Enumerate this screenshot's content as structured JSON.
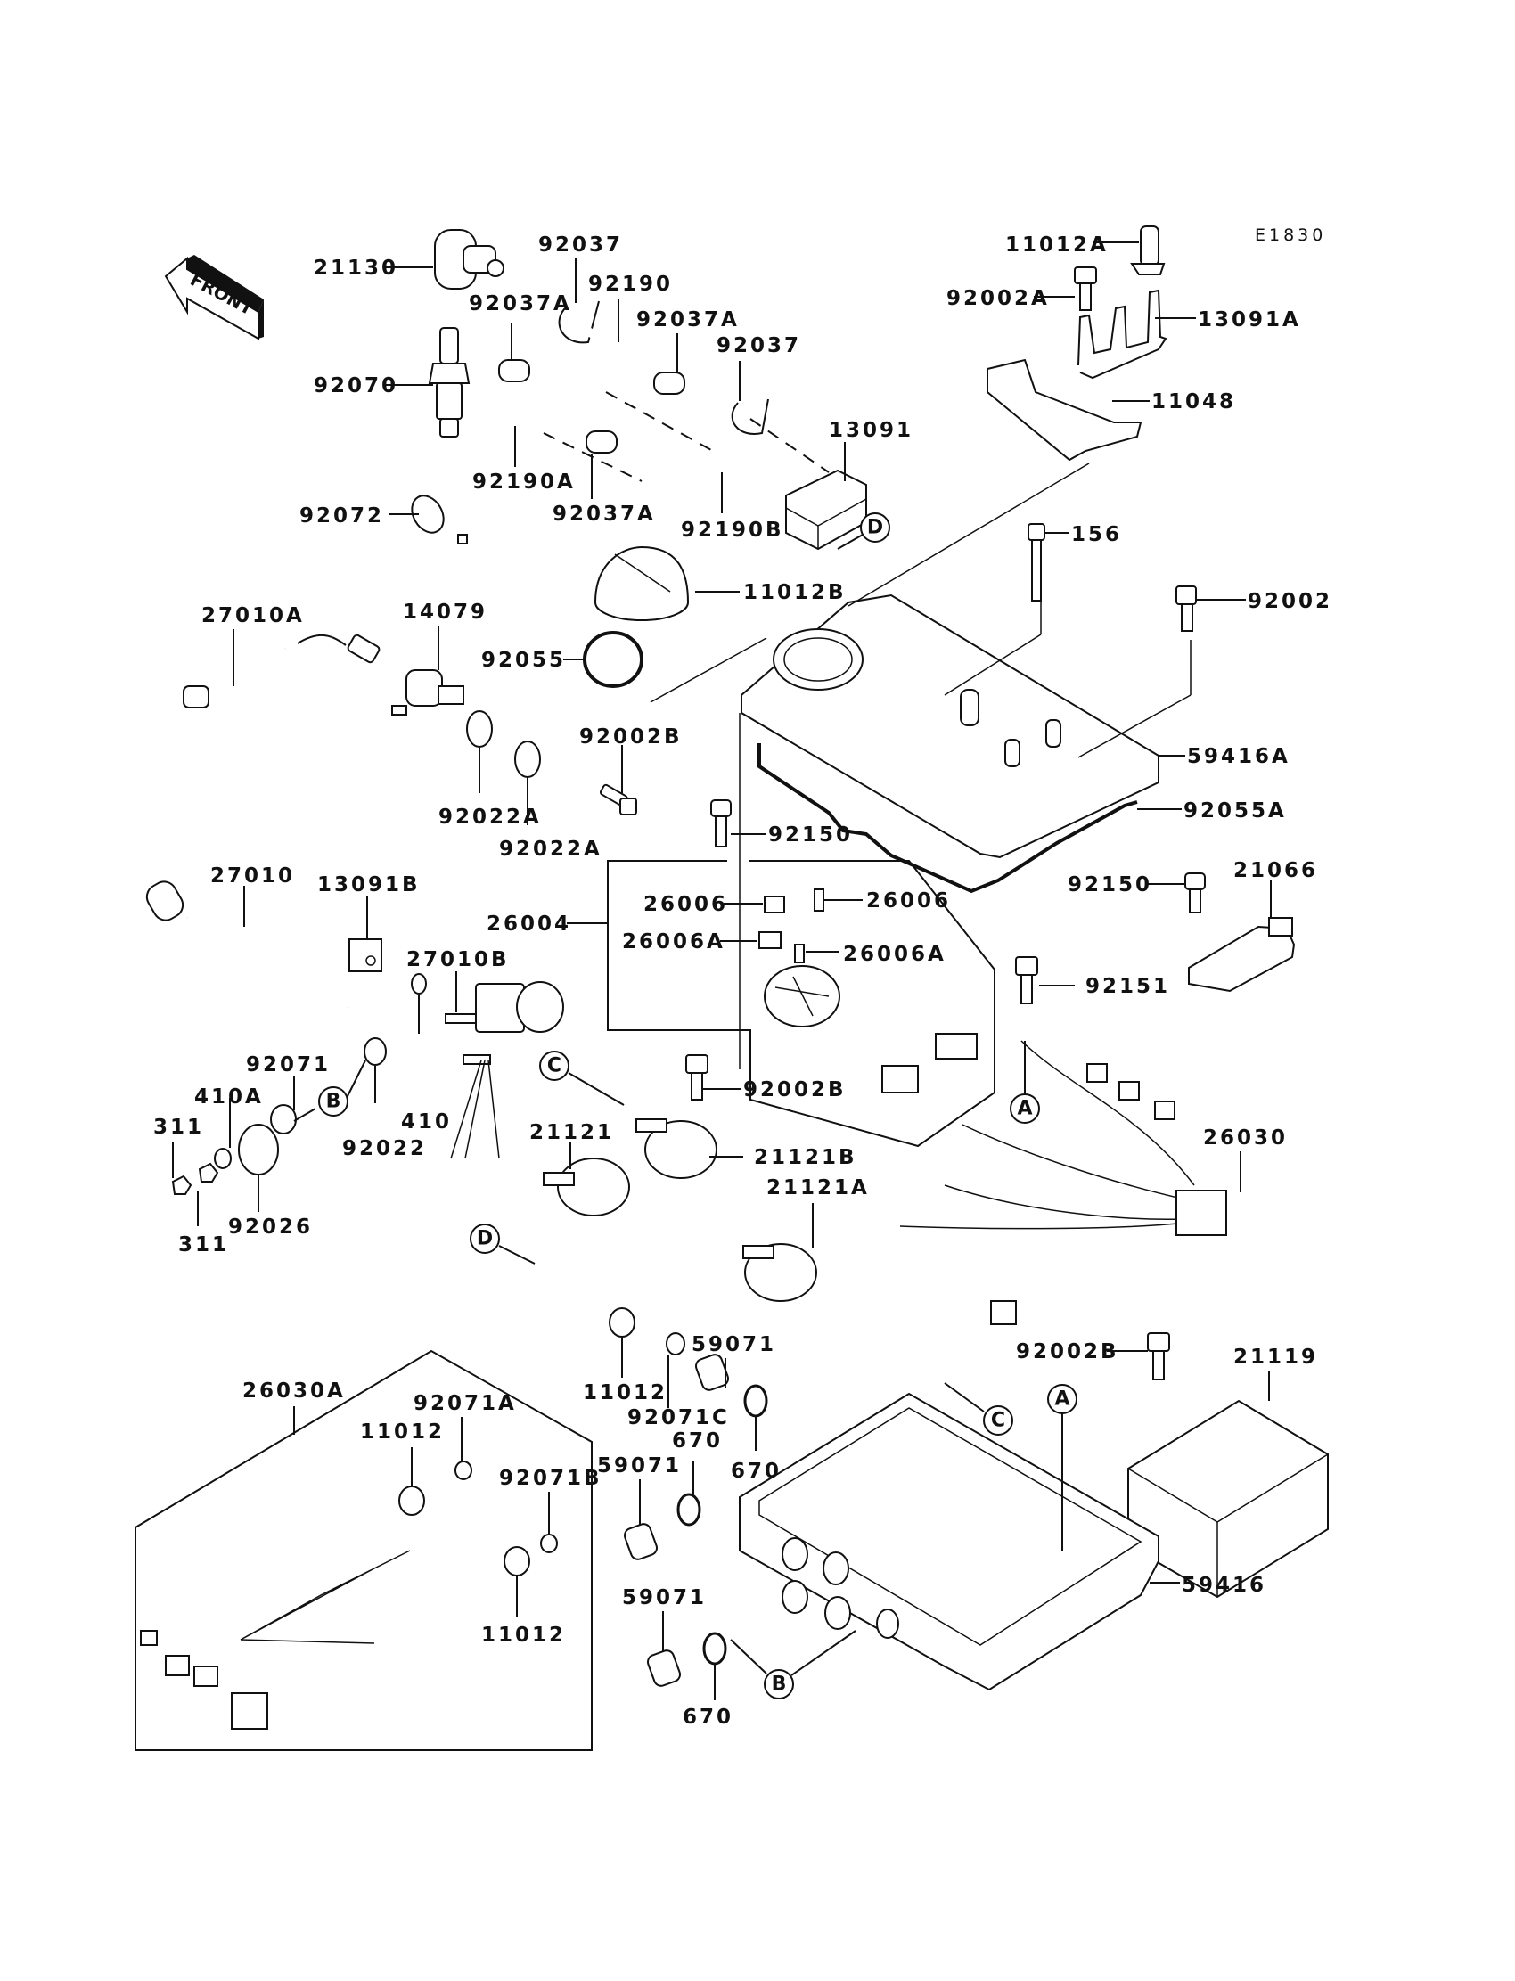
{
  "diagram": {
    "code": "E1830",
    "front_label": "FRONT",
    "part_labels": [
      {
        "id": "21130",
        "text": "21130"
      },
      {
        "id": "92037-a",
        "text": "92037"
      },
      {
        "id": "92190",
        "text": "92190"
      },
      {
        "id": "92037A-a",
        "text": "92037A"
      },
      {
        "id": "92037A-b",
        "text": "92037A"
      },
      {
        "id": "92037-b",
        "text": "92037"
      },
      {
        "id": "92070",
        "text": "92070"
      },
      {
        "id": "92190A",
        "text": "92190A"
      },
      {
        "id": "92037A-c",
        "text": "92037A"
      },
      {
        "id": "92190B",
        "text": "92190B"
      },
      {
        "id": "13091",
        "text": "13091"
      },
      {
        "id": "92072",
        "text": "92072"
      },
      {
        "id": "11012A",
        "text": "11012A"
      },
      {
        "id": "92002A",
        "text": "92002A"
      },
      {
        "id": "13091A",
        "text": "13091A"
      },
      {
        "id": "11048",
        "text": "11048"
      },
      {
        "id": "156",
        "text": "156"
      },
      {
        "id": "92002",
        "text": "92002"
      },
      {
        "id": "11012B",
        "text": "11012B"
      },
      {
        "id": "27010A",
        "text": "27010A"
      },
      {
        "id": "14079",
        "text": "14079"
      },
      {
        "id": "92055",
        "text": "92055"
      },
      {
        "id": "92002B-a",
        "text": "92002B"
      },
      {
        "id": "92022A-a",
        "text": "92022A"
      },
      {
        "id": "92022A-b",
        "text": "92022A"
      },
      {
        "id": "59416A",
        "text": "59416A"
      },
      {
        "id": "92055A",
        "text": "92055A"
      },
      {
        "id": "92150-a",
        "text": "92150"
      },
      {
        "id": "27010",
        "text": "27010"
      },
      {
        "id": "13091B",
        "text": "13091B"
      },
      {
        "id": "26004",
        "text": "26004"
      },
      {
        "id": "26006-a",
        "text": "26006"
      },
      {
        "id": "26006-b",
        "text": "26006"
      },
      {
        "id": "26006A-a",
        "text": "26006A"
      },
      {
        "id": "26006A-b",
        "text": "26006A"
      },
      {
        "id": "92150-b",
        "text": "92150"
      },
      {
        "id": "21066",
        "text": "21066"
      },
      {
        "id": "92151",
        "text": "92151"
      },
      {
        "id": "27010B",
        "text": "27010B"
      },
      {
        "id": "92071",
        "text": "92071"
      },
      {
        "id": "410A",
        "text": "410A"
      },
      {
        "id": "311-a",
        "text": "311"
      },
      {
        "id": "311-b",
        "text": "311"
      },
      {
        "id": "92022",
        "text": "92022"
      },
      {
        "id": "410",
        "text": "410"
      },
      {
        "id": "92026",
        "text": "92026"
      },
      {
        "id": "92002B-b",
        "text": "92002B"
      },
      {
        "id": "21121",
        "text": "21121"
      },
      {
        "id": "21121B",
        "text": "21121B"
      },
      {
        "id": "21121A",
        "text": "21121A"
      },
      {
        "id": "26030",
        "text": "26030"
      },
      {
        "id": "92002B-c",
        "text": "92002B"
      },
      {
        "id": "21119",
        "text": "21119"
      },
      {
        "id": "59071-a",
        "text": "59071"
      },
      {
        "id": "11012-a",
        "text": "11012"
      },
      {
        "id": "92071C",
        "text": "92071C"
      },
      {
        "id": "670-a",
        "text": "670"
      },
      {
        "id": "670-b",
        "text": "670"
      },
      {
        "id": "59071-b",
        "text": "59071"
      },
      {
        "id": "59071-c",
        "text": "59071"
      },
      {
        "id": "670-c",
        "text": "670"
      },
      {
        "id": "59416",
        "text": "59416"
      },
      {
        "id": "26030A",
        "text": "26030A"
      },
      {
        "id": "92071A",
        "text": "92071A"
      },
      {
        "id": "11012-b",
        "text": "11012"
      },
      {
        "id": "92071B",
        "text": "92071B"
      },
      {
        "id": "11012-c",
        "text": "11012"
      }
    ],
    "reference_markers": [
      {
        "id": "D-1",
        "text": "D"
      },
      {
        "id": "B-1",
        "text": "B"
      },
      {
        "id": "C-1",
        "text": "C"
      },
      {
        "id": "D-2",
        "text": "D"
      },
      {
        "id": "A-1",
        "text": "A"
      },
      {
        "id": "C-2",
        "text": "C"
      },
      {
        "id": "A-2",
        "text": "A"
      },
      {
        "id": "B-2",
        "text": "B"
      }
    ]
  }
}
